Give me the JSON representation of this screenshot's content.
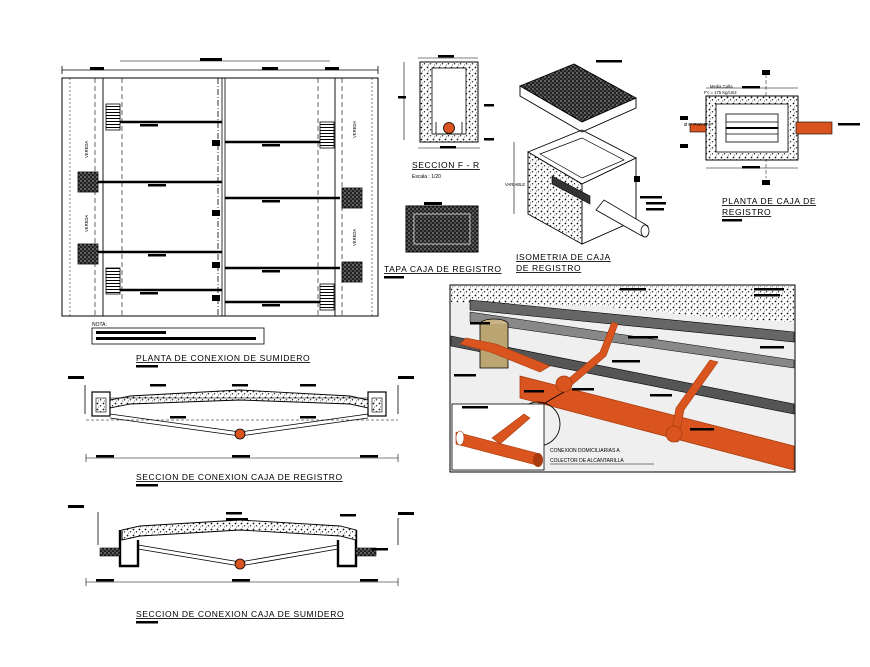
{
  "labels": {
    "vereda": "VEREDA",
    "nota": "NOTA:",
    "planta_sumidero": "PLANTA DE CONEXION DE SUMIDERO",
    "seccion_registro": "SECCION DE CONEXION CAJA DE REGISTRO",
    "seccion_sumidero": "SECCION DE CONEXION CAJA DE SUMIDERO",
    "seccion_fr": "SECCION F - R",
    "escala": "Escala : 1/20",
    "tapa_caja": "TAPA CAJA DE REGISTRO",
    "isometria_1": "ISOMETRIA DE CAJA",
    "isometria_2": "DE REGISTRO",
    "variable": "VARIABLE",
    "planta_caja_1": "PLANTA DE CAJA DE",
    "planta_caja_2": "REGISTRO",
    "media_cana": "Media Caña",
    "fc": "F'c = 175 Kg/cm2",
    "pvc": "Ø 6\" PVC-SAP",
    "conexion_1": "CONEXION DOMICILIARIAS A",
    "conexion_2": "COLECTOR DE ALCANTARILLA"
  },
  "colors": {
    "line": "#000000",
    "pipe": "#d9541e",
    "pipe_dark": "#a83c10",
    "render_bg": "#efefef",
    "gravel": "#9a9a9a"
  }
}
